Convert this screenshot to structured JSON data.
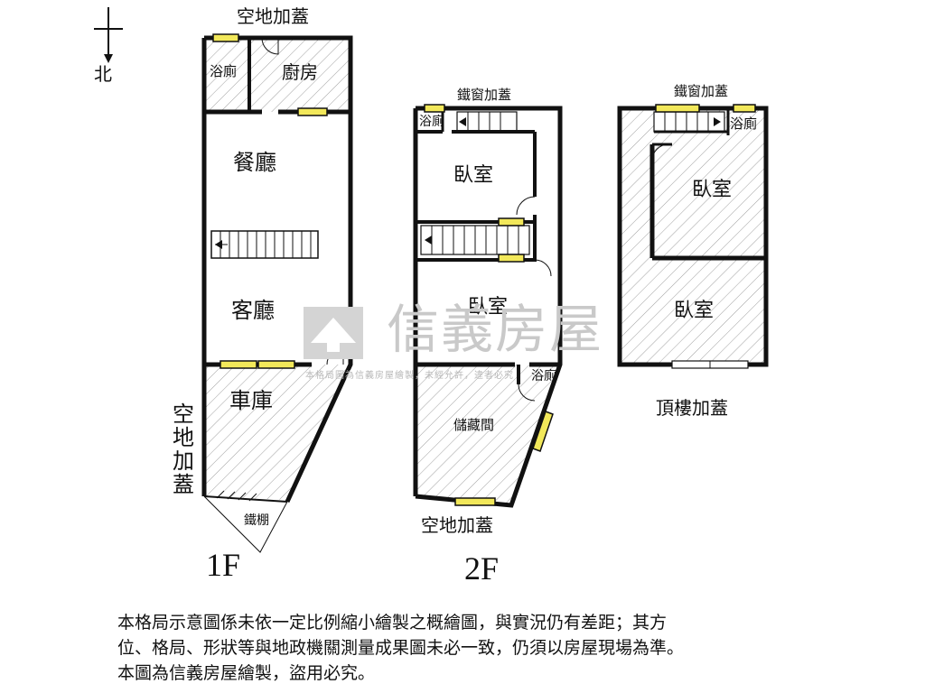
{
  "compass": {
    "north_label": "北"
  },
  "floor_1f": {
    "name": "1F",
    "top_label": "空地加蓋",
    "side_label": "空地加蓋",
    "rooms": {
      "bath": "浴廁",
      "kitchen": "廚房",
      "dining": "餐廳",
      "living": "客廳",
      "garage": "車庫",
      "iron_shed": "鐵棚"
    }
  },
  "floor_2f": {
    "name": "2F",
    "top_label": "鐵窗加蓋",
    "bottom_label": "空地加蓋",
    "rooms": {
      "bath_top": "浴廁",
      "bedroom_top": "臥室",
      "bedroom_mid": "臥室",
      "bath_small": "浴廁",
      "storage": "儲藏間"
    }
  },
  "roof": {
    "name": "頂樓加蓋",
    "top_label": "鐵窗加蓋",
    "rooms": {
      "bath": "浴廁",
      "bedroom_top": "臥室",
      "bedroom_bottom": "臥室"
    }
  },
  "watermark": {
    "brand": "信義房屋",
    "subtitle": "本格局圖為信義房屋繪製，未經允許，違者必究"
  },
  "disclaimer": {
    "line1": "本格局示意圖係未依一定比例縮小繪製之概繪圖，與實況仍有差距；其方",
    "line2": "位、格局、形狀等與地政機關測量成果圖未必一致，仍須以房屋現場為準。",
    "line3": "本圖為信義房屋繪製，盜用必究。"
  },
  "colors": {
    "wall": "#111111",
    "window": "#f2e85a",
    "hatch": "#9a9a9a",
    "watermark": "#c9c9c9"
  }
}
